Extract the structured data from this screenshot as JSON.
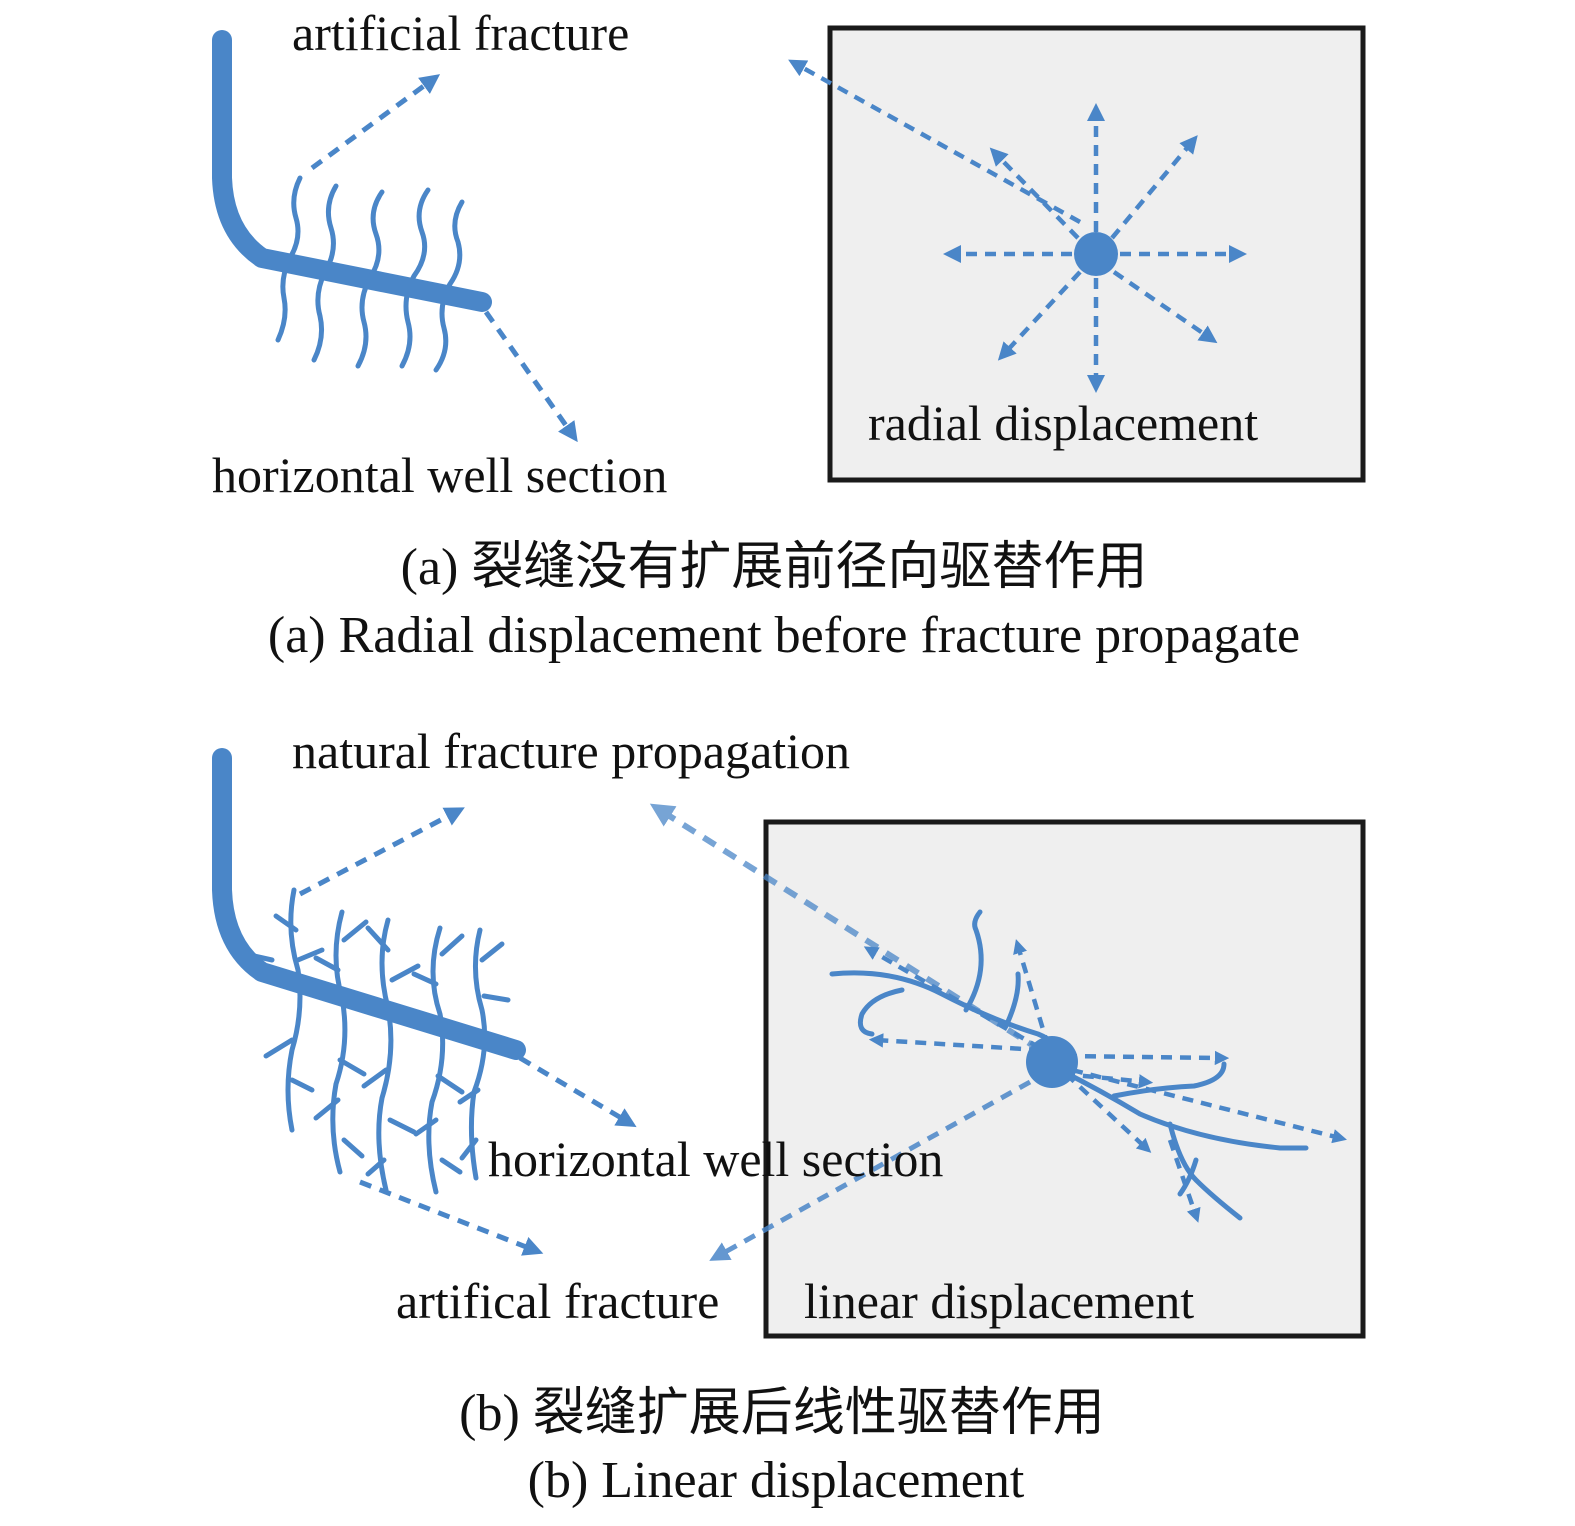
{
  "panel_a": {
    "label_artificial_fracture": "artificial fracture",
    "label_horizontal_well": "horizontal well section",
    "label_box": "radial displacement",
    "caption_cn": "(a) 裂缝没有扩展前径向驱替作用",
    "caption_en": "(a) Radial displacement before fracture propagate"
  },
  "panel_b": {
    "label_natural_fracture": "natural fracture propagation",
    "label_horizontal_well": "horizontal well section",
    "label_artificial_fracture": "artifical fracture",
    "label_box": "linear displacement",
    "caption_cn": "(b) 裂缝扩展后线性驱替作用",
    "caption_en": "(b) Linear displacement"
  },
  "colors": {
    "blue": "#4a86c8",
    "box_fill": "#efefef",
    "box_stroke": "#1a1a1a"
  }
}
